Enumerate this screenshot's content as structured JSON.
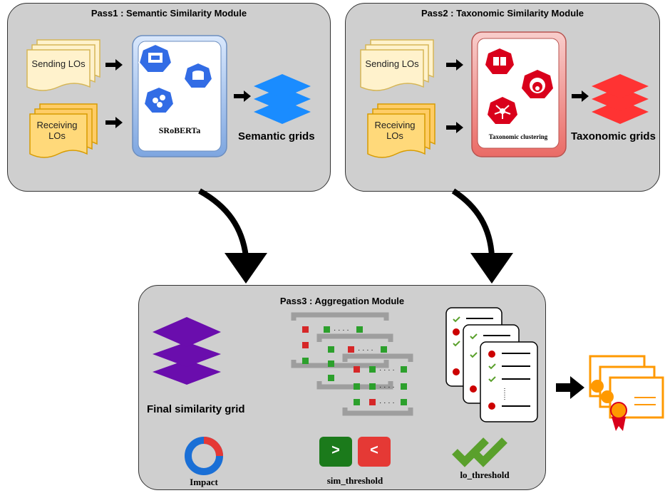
{
  "pass1": {
    "title": "Pass1 : Semantic Similarity Module",
    "sending": "Sending LOs",
    "receiving": "Receiving LOs",
    "model": "SRoBERTa",
    "output": "Semantic grids"
  },
  "pass2": {
    "title": "Pass2 : Taxonomic Similarity Module",
    "sending": "Sending LOs",
    "receiving": "Receiving LOs",
    "model": "Taxonomic clustering",
    "output": "Taxonomic grids"
  },
  "pass3": {
    "title": "Pass3 : Aggregation Module",
    "final_grid": "Final similarity grid",
    "impact": "Impact",
    "sim_threshold": "sim_threshold",
    "lo_threshold": "lo_threshold",
    "gt_symbol": ">",
    "lt_symbol": "<"
  },
  "colors": {
    "panel": "#cfcfcf",
    "doc_fill": "#fff2cc",
    "doc_stroke": "#d6b656",
    "doc_orange_fill": "#ffcc66",
    "semantic_blue": "#1a8cff",
    "taxonomic_red": "#ff3333",
    "final_purple": "#6a0dad",
    "check_green": "#5aa02c",
    "cert_orange": "#ff9900"
  }
}
